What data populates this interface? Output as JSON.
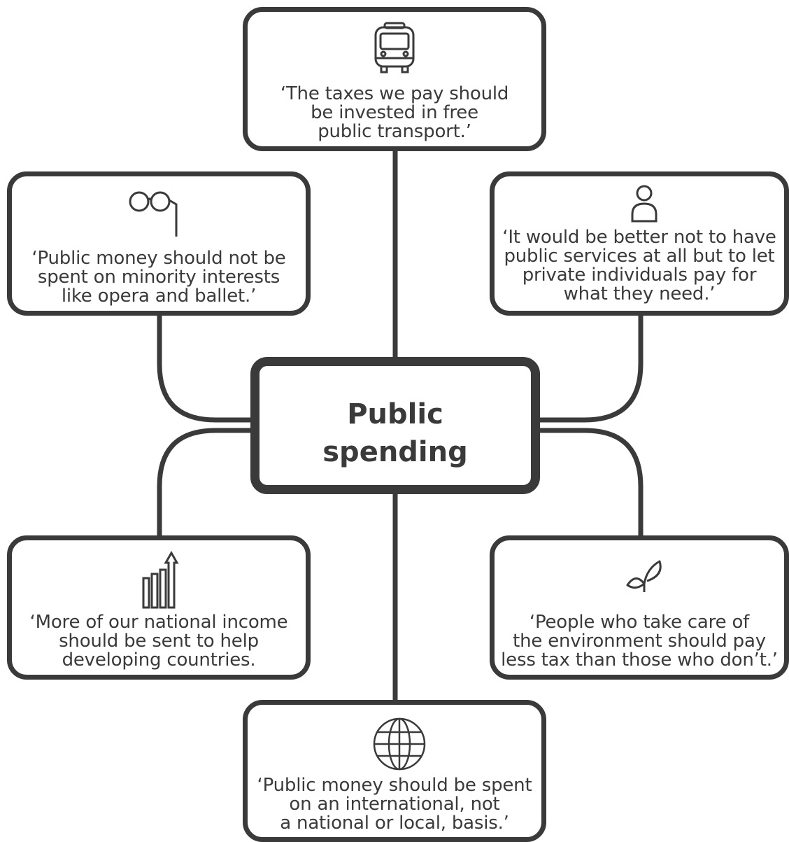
{
  "central_topic": {
    "title": "Public\nspending"
  },
  "nodes": {
    "transport": {
      "icon": "bus-icon",
      "quote": "‘The taxes we pay should\nbe invested in free\npublic transport.’"
    },
    "arts": {
      "icon": "lorgnette-glasses-icon",
      "quote": "‘Public money should not be\nspent on minority interests\nlike opera and ballet.’"
    },
    "private": {
      "icon": "person-icon",
      "quote": "‘It would be better not to have\npublic services at all but to let\nprivate individuals pay for\nwhat they need.’"
    },
    "aid": {
      "icon": "rising-bar-chart-icon",
      "quote": "‘More of our national income\nshould be sent to help\ndeveloping countries."
    },
    "environment": {
      "icon": "sprout-icon",
      "quote": "‘People who take care of\nthe environment should pay\nless tax than those who don’t.’"
    },
    "international": {
      "icon": "globe-icon",
      "quote": "‘Public money should be spent\non an international, not\na national or local, basis.’"
    }
  },
  "colors": {
    "stroke": "#3a3a3a",
    "background": "#ffffff"
  }
}
